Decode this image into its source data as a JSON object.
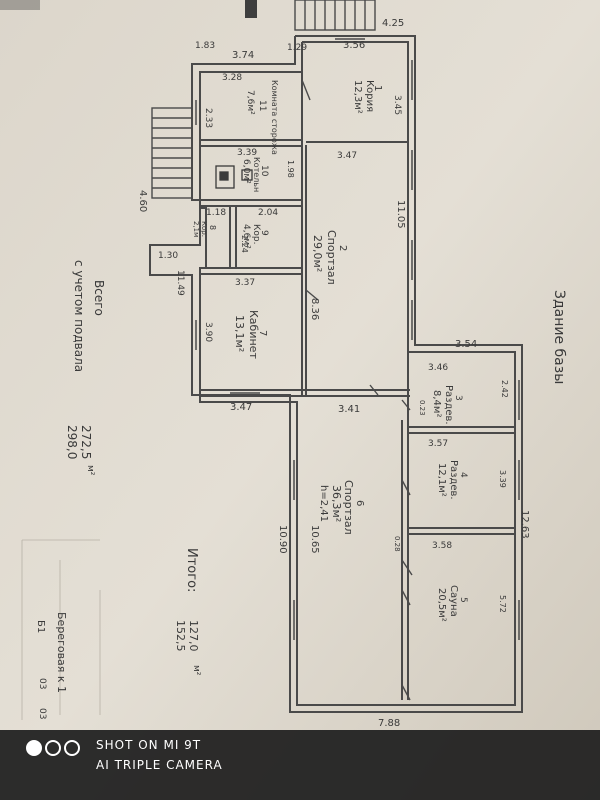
{
  "plan": {
    "title": "Здание базы",
    "rooms": [
      {
        "no": "1",
        "name": "Кория",
        "area": "12,3м²"
      },
      {
        "no": "2",
        "name": "Спортзал",
        "area": "29,0м²"
      },
      {
        "no": "3",
        "name": "Раздев.",
        "area": "8,4м²"
      },
      {
        "no": "4",
        "name": "Раздев.",
        "area": "12,1м²"
      },
      {
        "no": "5",
        "name": "Сауна",
        "area": "20,5м²"
      },
      {
        "no": "6",
        "name": "Спортзал",
        "area": "36,3м²",
        "height": "h=2,41"
      },
      {
        "no": "7",
        "name": "Кабинет",
        "area": "13,1м²"
      },
      {
        "no": "9",
        "name": "Кор.",
        "area": "4,6м²"
      },
      {
        "no": "10",
        "name": "Котельн",
        "area": "6,0м²"
      },
      {
        "no": "11",
        "name": "Комната сторожа",
        "area": "7,6м²"
      },
      {
        "no": "8",
        "name": "Кор.",
        "area": "2,1м"
      }
    ],
    "dims": {
      "d425": "4.25",
      "d356": "3.56",
      "d374": "3.74",
      "d129": "1.29",
      "d183": "1.83",
      "d328": "3.28",
      "d345": "3.45",
      "d233": "2.33",
      "d339": "3.39",
      "d347a": "3.47",
      "d198": "1.98",
      "d460": "4.60",
      "d1105": "11.05",
      "d118": "1.18",
      "d204": "2.04",
      "d224": "2.24",
      "d130": "1.30",
      "d1149": "11.49",
      "d337": "3.37",
      "d836": "8.36",
      "d390": "3.90",
      "d354": "3.54",
      "d346": "3.46",
      "d242": "2.42",
      "d347b": "3.47",
      "d341": "3.41",
      "d023": "0.23",
      "d357": "3.57",
      "d339b": "3.39",
      "d1090": "10.90",
      "d1065": "10.65",
      "d1263": "12.63",
      "d358": "3.58",
      "d572": "5.72",
      "d788": "7.88",
      "d028": "0.28"
    },
    "totals": {
      "all_label": "Всего",
      "basement_label": "с учетом подвала",
      "value1": "272,5",
      "value2": "298,0",
      "unit": "м²",
      "itogo_label": "Итого:",
      "itogo1": "127,0",
      "itogo2": "152,5",
      "itogo_unit": "м²"
    },
    "address": "Береговая к 1",
    "stamp": "Б1",
    "sheet_a": "03",
    "sheet_b": "03"
  },
  "watermark": {
    "line1": "SHOT ON MI 9T",
    "line2": "AI TRIPLE CAMERA"
  }
}
